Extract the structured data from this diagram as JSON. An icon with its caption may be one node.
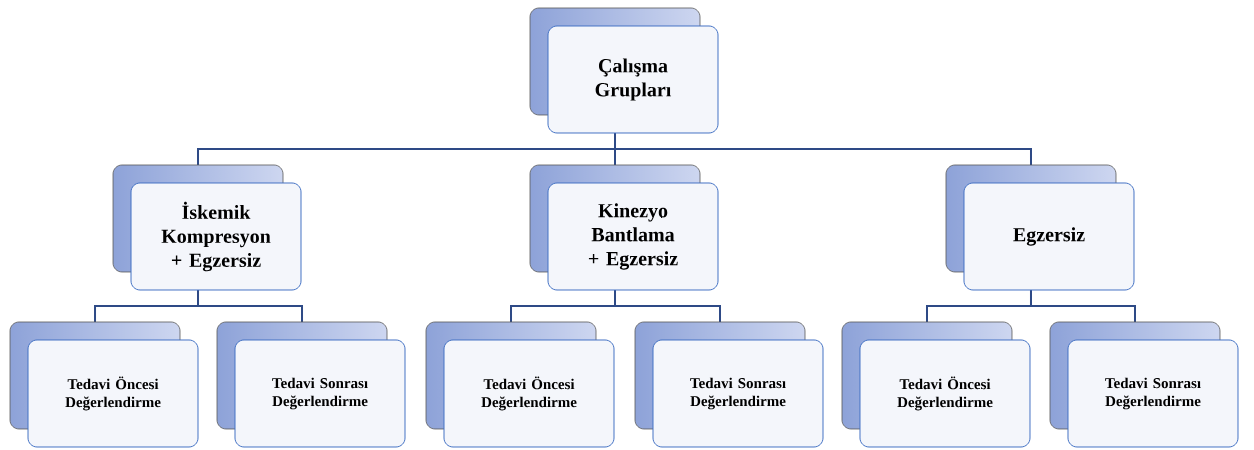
{
  "diagram": {
    "nodes": [
      {
        "text": [
          "Çalışma Grupları"
        ]
      },
      {
        "text": [
          "İskemik Kompresyon + Egzersiz"
        ]
      },
      {
        "text": [
          "Kinezyo Bantlama + Egzersiz"
        ]
      },
      {
        "text": [
          "Egzersiz"
        ]
      },
      {
        "text": [
          "Tedavi Öncesi Değerlendirme"
        ]
      },
      {
        "text": [
          "Tedavi Sonrası Değerlendirme"
        ]
      },
      {
        "text": [
          "Tedavi Öncesi Değerlendirme"
        ]
      },
      {
        "text": [
          "Tedavi Sonrası Değerlendirme"
        ]
      },
      {
        "text": [
          "Tedavi Öncesi Değerlendirme"
        ]
      },
      {
        "text": [
          "Tedavi Sonrası Değerlendirme"
        ]
      }
    ],
    "edges": [
      {
        "from": 0,
        "to": 1,
        "arrow": "none"
      },
      {
        "from": 0,
        "to": 2,
        "arrow": "none"
      },
      {
        "from": 0,
        "to": 3,
        "arrow": "none"
      },
      {
        "from": 1,
        "to": 4,
        "arrow": "none"
      },
      {
        "from": 1,
        "to": 5,
        "arrow": "none"
      },
      {
        "from": 2,
        "to": 6,
        "arrow": "none"
      },
      {
        "from": 2,
        "to": 7,
        "arrow": "none"
      },
      {
        "from": 3,
        "to": 8,
        "arrow": "none"
      },
      {
        "from": 3,
        "to": 9,
        "arrow": "none"
      }
    ]
  }
}
